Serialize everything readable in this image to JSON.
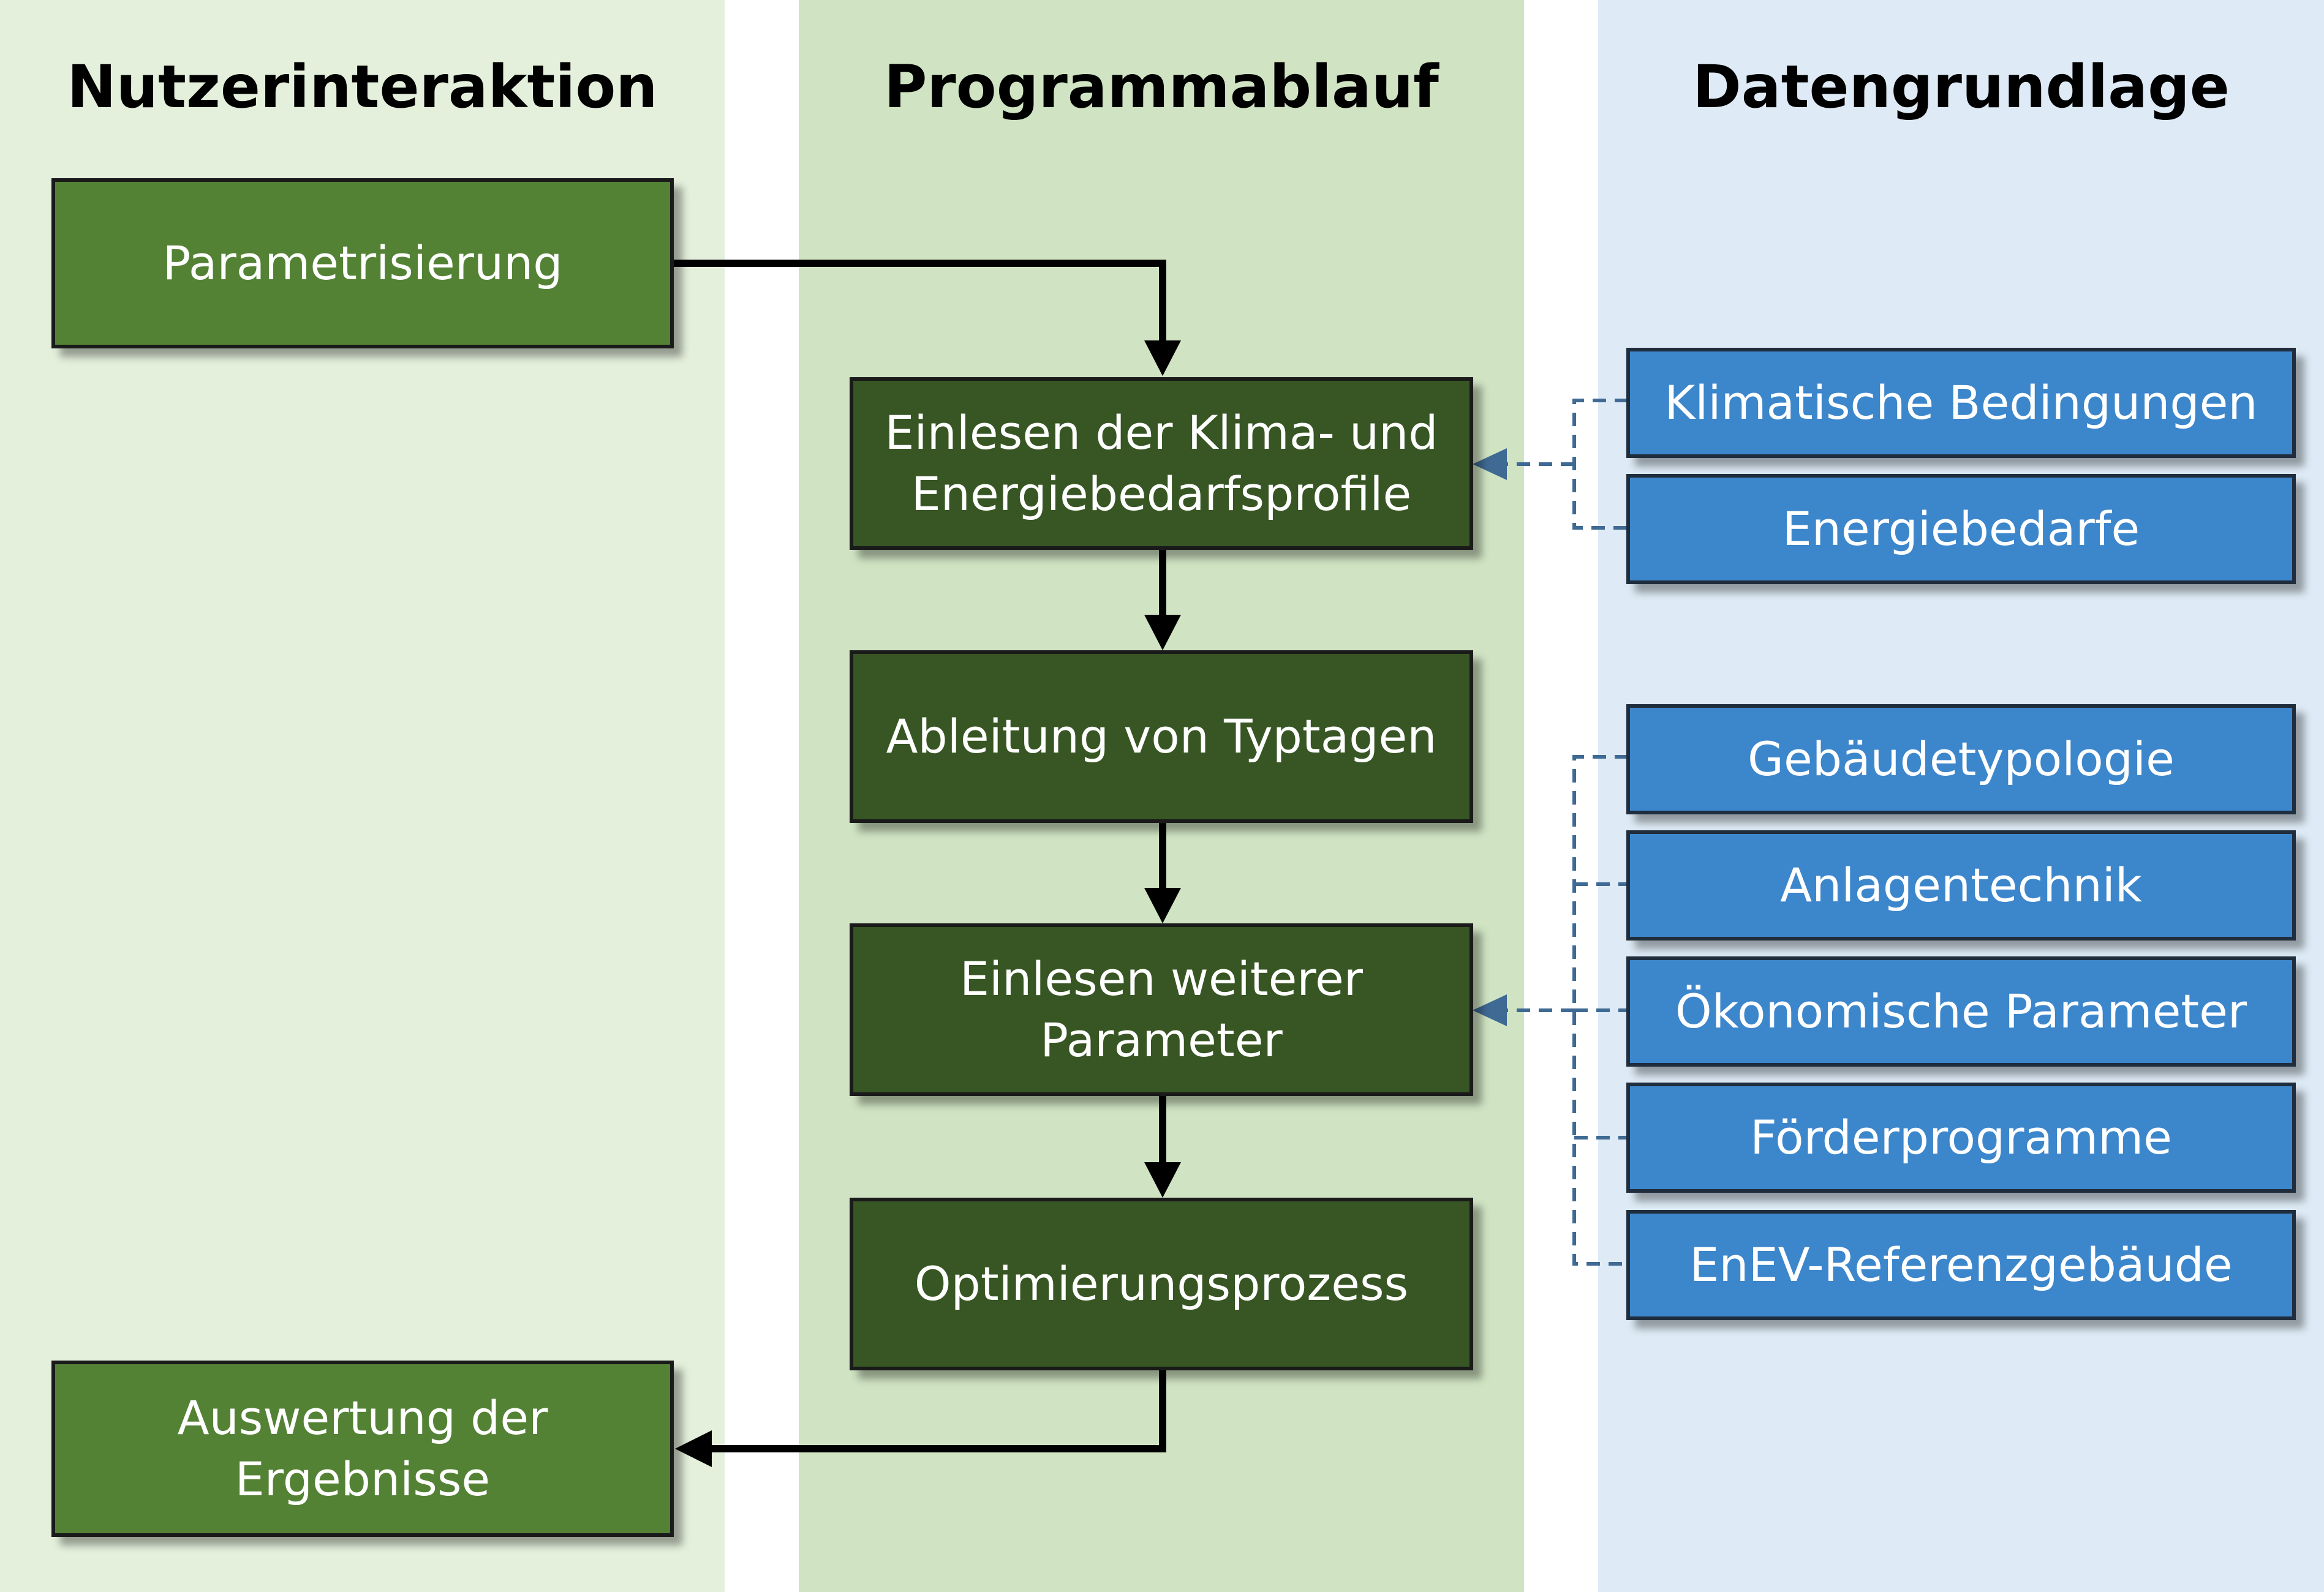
{
  "lanes": {
    "user": "Nutzerinteraktion",
    "program": "Programmablauf",
    "data": "Datengrundlage"
  },
  "user_steps": {
    "parametrization": "Parametrisierung",
    "evaluation": "Auswertung der\nErgebnisse"
  },
  "program_steps": {
    "read_profiles": "Einlesen der Klima- und\nEnergiebedarfsprofile",
    "typical_days": "Ableitung von Typtagen",
    "read_parameters": "Einlesen weiterer\nParameter",
    "optimization": "Optimierungsprozess"
  },
  "data_sources": {
    "climate": "Klimatische Bedingungen",
    "energy_demand": "Energiebedarfe",
    "building_typology": "Gebäudetypologie",
    "plant_technology": "Anlagentechnik",
    "economic_parameters": "Ökonomische Parameter",
    "funding_programs": "Förderprogramme",
    "enev_reference": "EnEV-Referenzgebäude"
  },
  "colors": {
    "user_lane": "#e4f0dc",
    "program_lane": "#d0e4c3",
    "data_lane": "#deebf6",
    "user_box": "#548235",
    "program_box": "#375623",
    "data_box": "#3c86cc",
    "dashed_connector": "#3f6a94"
  }
}
